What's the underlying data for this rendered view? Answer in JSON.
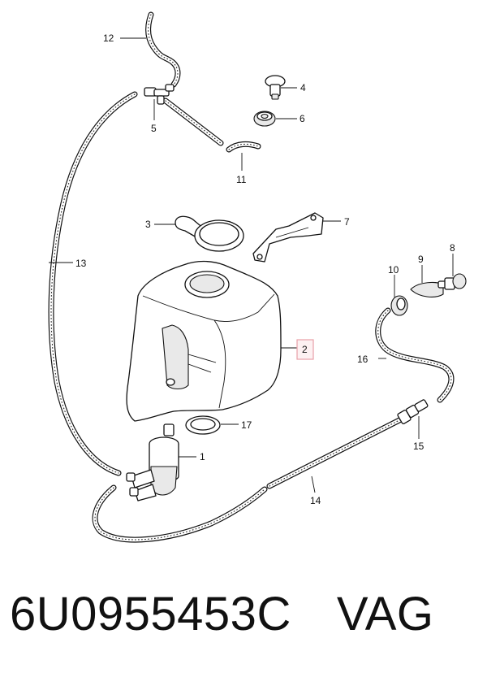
{
  "callouts": {
    "c1": "1",
    "c2": "2",
    "c3": "3",
    "c4": "4",
    "c5": "5",
    "c6": "6",
    "c7": "7",
    "c8": "8",
    "c9": "9",
    "c10": "10",
    "c11": "11",
    "c12": "12",
    "c13": "13",
    "c14": "14",
    "c15": "15",
    "c16": "16",
    "c17": "17"
  },
  "highlight_color": "#e8a0a8",
  "footer": {
    "part_number": "6U0955453C",
    "brand": "VAG"
  }
}
